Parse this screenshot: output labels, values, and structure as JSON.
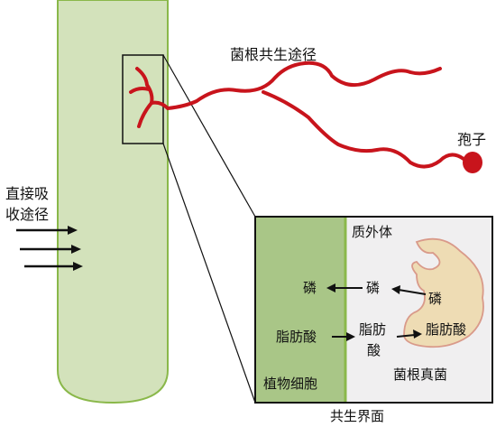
{
  "labels": {
    "mycorrhizal_pathway": "菌根共生途径",
    "spore": "孢子",
    "direct_pathway_line1": "直接吸",
    "direct_pathway_line2": "收途径",
    "extraradical": "质外体",
    "phosphorus_plant": "磷",
    "phosphorus_interface": "磷",
    "phosphorus_fungus": "磷",
    "fatty_acid_plant": "脂肪酸",
    "fatty_acid_interface_line1": "脂肪",
    "fatty_acid_interface_line2": "酸",
    "fatty_acid_fungus": "脂肪酸",
    "mycorrhizal_fungus": "菌根真菌",
    "plant_cell": "植物细胞",
    "symbiotic_interface": "共生界面"
  },
  "colors": {
    "root_fill": "#d3e2bb",
    "root_edge": "#8ab84a",
    "hypha": "#c8141c",
    "plant_cell_fill": "#a9c687",
    "interface_fill": "#f0eff0",
    "fungus_fill": "#eedcb4",
    "fungus_edge": "#d99a8a",
    "frame": "#111111"
  }
}
